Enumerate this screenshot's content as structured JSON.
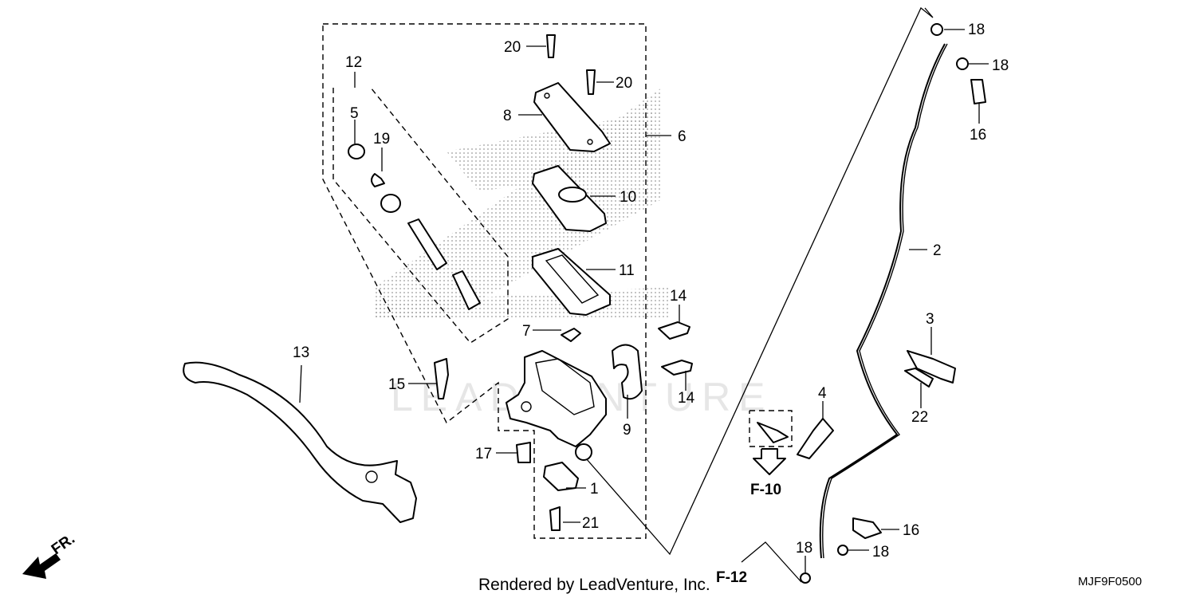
{
  "diagram": {
    "callouts": {
      "c1": "1",
      "c2": "2",
      "c3": "3",
      "c4": "4",
      "c5": "5",
      "c6": "6",
      "c7": "7",
      "c8": "8",
      "c9": "9",
      "c10": "10",
      "c11": "11",
      "c12": "12",
      "c13": "13",
      "c14a": "14",
      "c14b": "14",
      "c15": "15",
      "c16a": "16",
      "c16b": "16",
      "c17": "17",
      "c18a": "18",
      "c18b": "18",
      "c18c": "18",
      "c18d": "18",
      "c19": "19",
      "c20a": "20",
      "c20b": "20",
      "c21": "21",
      "c22": "22"
    },
    "references": {
      "f10": "F-10",
      "f12": "F-12"
    },
    "direction_label": "FR.",
    "credit": "Rendered by LeadVenture, Inc.",
    "diagram_code": "MJF9F0500",
    "watermark": "LEADVENTURE"
  }
}
